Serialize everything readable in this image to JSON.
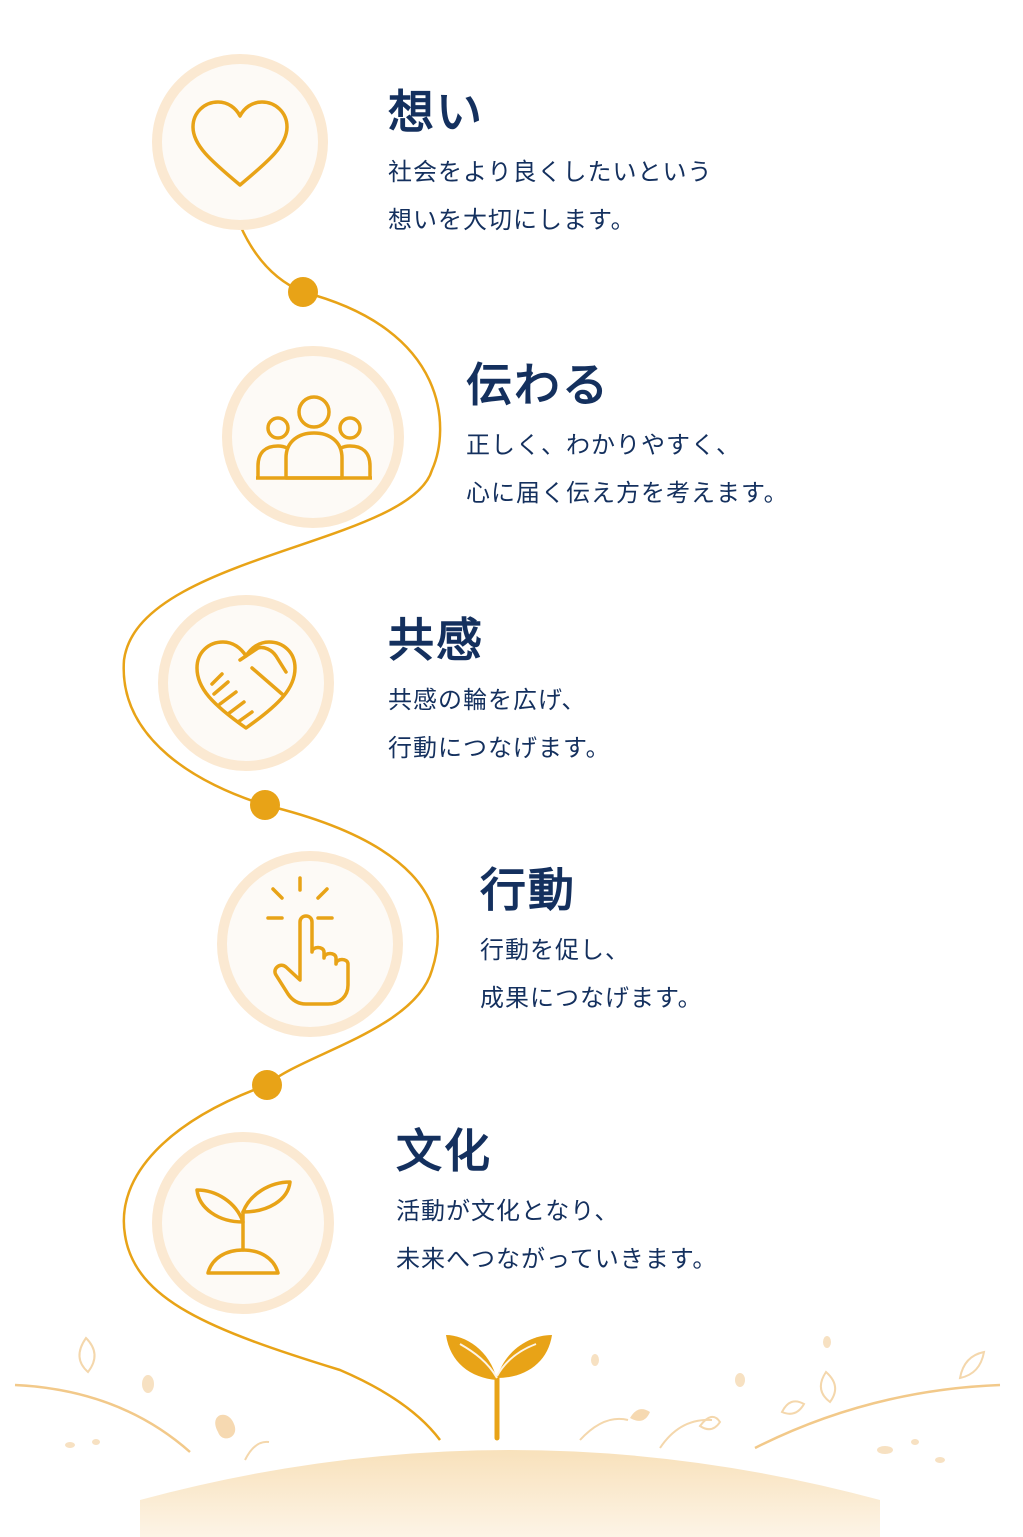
{
  "steps": [
    {
      "icon": "heart-icon",
      "title": "想い",
      "lines": [
        "社会をより良くしたいという",
        "想いを大切にします。"
      ]
    },
    {
      "icon": "people-icon",
      "title": "伝わる",
      "lines": [
        "正しく、わかりやすく、",
        "心に届く伝え方を考えます。"
      ]
    },
    {
      "icon": "heart-handshake-icon",
      "title": "共感",
      "lines": [
        "共感の輪を広げ、",
        "行動につなげます。"
      ]
    },
    {
      "icon": "pointing-hand-icon",
      "title": "行動",
      "lines": [
        "行動を促し、",
        "成果につなげます。"
      ]
    },
    {
      "icon": "sprout-icon",
      "title": "文化",
      "lines": [
        "活動が文化となり、",
        "未来へつながっていきます。"
      ]
    }
  ],
  "colors": {
    "accent": "#e8a317",
    "title": "#14305e",
    "circle_ring": "#fbe9d2",
    "circle_fill": "#fdfaf6",
    "ground": "#f8e4c3"
  }
}
